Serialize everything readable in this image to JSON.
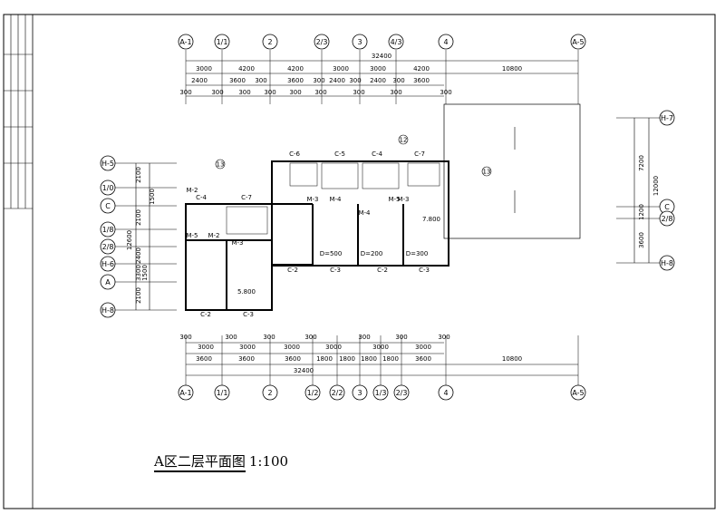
{
  "drawing": {
    "title": "A区二层平面图",
    "scale": "1:100"
  },
  "axes_top": [
    "A-1",
    "1/1",
    "2",
    "2/3",
    "3",
    "4/3",
    "4",
    "A-5"
  ],
  "axes_bottom": [
    "A-1",
    "1/1",
    "2",
    "1/2",
    "2/2",
    "3",
    "1/3",
    "2/3",
    "4",
    "A-5"
  ],
  "axes_left": [
    "H-5",
    "1/0",
    "C",
    "1/8",
    "2/8",
    "H-6",
    "A",
    "H-8"
  ],
  "axes_right": [
    "H-7",
    "C",
    "2/8",
    "H-8"
  ],
  "dims_top": {
    "total": "32400",
    "row1": [
      "3000",
      "4200",
      "4200",
      "3000",
      "3000",
      "4200",
      "10800"
    ],
    "row2": [
      "2400",
      "3600",
      "300",
      "3600",
      "300",
      "2400",
      "300",
      "2400",
      "300",
      "3600"
    ],
    "row3": [
      "300",
      "300",
      "300",
      "300",
      "300",
      "300",
      "300",
      "300",
      "300"
    ]
  },
  "dims_bottom": {
    "row1": [
      "300",
      "3000",
      "300",
      "3000",
      "300",
      "3000",
      "300",
      "3000",
      "300",
      "3000",
      "300",
      "3000",
      "300"
    ],
    "row2": [
      "3600",
      "3600",
      "3600",
      "1800",
      "1800",
      "1800",
      "1800",
      "3600",
      "10800"
    ],
    "total": "32400"
  },
  "dims_left": [
    "2100",
    "1500",
    "2100",
    "12600",
    "2400",
    "3300",
    "1500",
    "2100"
  ],
  "dims_right": [
    "7200",
    "12000",
    "1200",
    "3600"
  ],
  "labels": {
    "windows": [
      "C-4",
      "C-7",
      "C-6",
      "C-5",
      "C-4",
      "C-7",
      "C-2",
      "C-3",
      "C-2",
      "C-3",
      "C-2",
      "C-3"
    ],
    "doors": [
      "M-5",
      "M-2",
      "M-3",
      "M-3",
      "M-4",
      "M-4",
      "M-5",
      "M-2",
      "M-3"
    ],
    "elevations": [
      "5.800",
      "7.800"
    ],
    "openings": [
      "D=500",
      "D=200",
      "D=300"
    ],
    "bubbles": [
      "13",
      "12",
      "13"
    ]
  }
}
